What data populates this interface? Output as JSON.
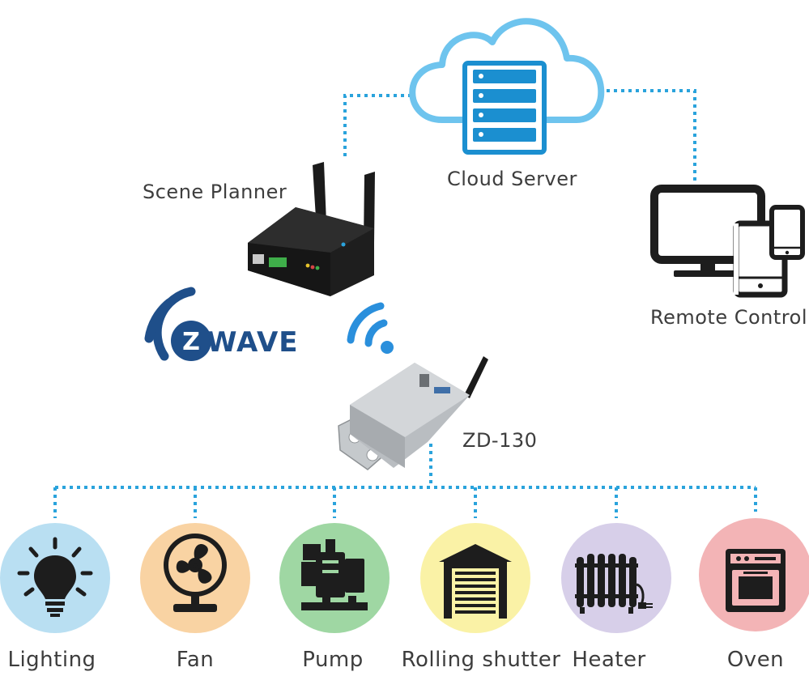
{
  "labels": {
    "cloud_server": "Cloud Server",
    "scene_planner": "Scene Planner",
    "remote_control": "Remote Control",
    "zd130": "ZD-130",
    "zwave_logo_text": "ZWAVE"
  },
  "devices": [
    {
      "name": "Lighting",
      "color": "#b9dff2",
      "icon": "lightbulb-icon"
    },
    {
      "name": "Fan",
      "color": "#f9d3a3",
      "icon": "fan-icon"
    },
    {
      "name": "Pump",
      "color": "#9fd7a3",
      "icon": "pump-icon"
    },
    {
      "name": "Rolling shutter",
      "color": "#faf2a6",
      "icon": "rolling-shutter-icon"
    },
    {
      "name": "Heater",
      "color": "#d7cfe9",
      "icon": "heater-icon"
    },
    {
      "name": "Oven",
      "color": "#f3b4b6",
      "icon": "oven-icon"
    }
  ],
  "colors": {
    "connector": "#2aa3dc",
    "cloud_outline": "#6ec4ee",
    "server": "#1b8fd0",
    "zwave_blue": "#1f4f8a",
    "icon_dark": "#1d1d1d"
  }
}
